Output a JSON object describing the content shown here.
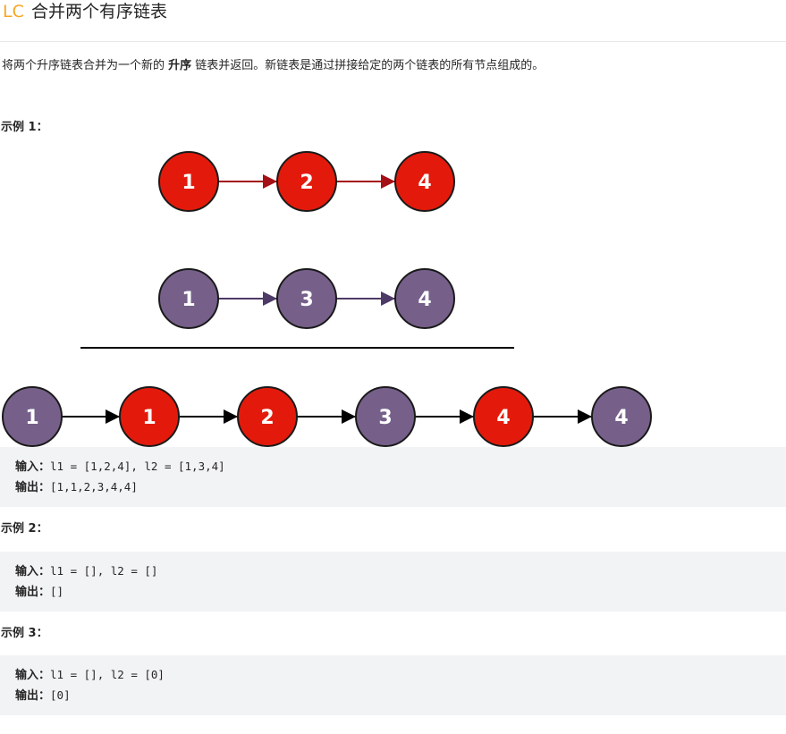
{
  "header": {
    "logo": "LC",
    "title": "合并两个有序链表"
  },
  "description": {
    "before": "将两个升序链表合并为一个新的 ",
    "bold": "升序",
    "after": " 链表并返回。新链表是通过拼接给定的两个链表的所有节点组成的。"
  },
  "colors": {
    "red_node": "#e31a0b",
    "purple_node": "#76608a",
    "red_arrow": "#a50f16",
    "purple_arrow": "#4d3a66",
    "merged_arrow": "#000000",
    "code_bg": "#f2f3f5",
    "logo": "#f5a623"
  },
  "diagram": {
    "list1": [
      "1",
      "2",
      "4"
    ],
    "list2": [
      "1",
      "3",
      "4"
    ],
    "merged": [
      {
        "label": "1",
        "color": "purple"
      },
      {
        "label": "1",
        "color": "red"
      },
      {
        "label": "2",
        "color": "red"
      },
      {
        "label": "3",
        "color": "purple"
      },
      {
        "label": "4",
        "color": "red"
      },
      {
        "label": "4",
        "color": "purple"
      }
    ]
  },
  "examples": [
    {
      "heading": "示例 1：",
      "input_label": "输入：",
      "input": "l1 = [1,2,4], l2 = [1,3,4]",
      "output_label": "输出：",
      "output": "[1,1,2,3,4,4]"
    },
    {
      "heading": "示例 2：",
      "input_label": "输入：",
      "input": "l1 = [], l2 = []",
      "output_label": "输出：",
      "output": "[]"
    },
    {
      "heading": "示例 3：",
      "input_label": "输入：",
      "input": "l1 = [], l2 = [0]",
      "output_label": "输出：",
      "output": "[0]"
    }
  ]
}
